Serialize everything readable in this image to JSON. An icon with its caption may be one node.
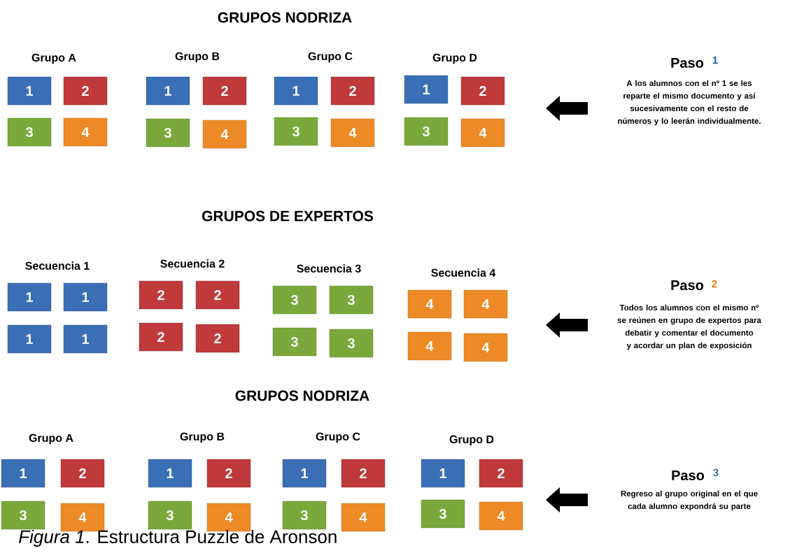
{
  "diagram": {
    "caption": "*Figura 1*. Estructura Puzzle de Aronson",
    "nodes": [
      {
        "text": [
          "1"
        ]
      },
      {
        "text": [
          "2"
        ]
      },
      {
        "text": [
          "3"
        ]
      },
      {
        "text": [
          "4"
        ]
      },
      {
        "text": [
          "1"
        ]
      },
      {
        "text": [
          "2"
        ]
      },
      {
        "text": [
          "3"
        ]
      },
      {
        "text": [
          "4"
        ]
      },
      {
        "text": [
          "1"
        ]
      },
      {
        "text": [
          "2"
        ]
      },
      {
        "text": [
          "3"
        ]
      },
      {
        "text": [
          "4"
        ]
      },
      {
        "text": [
          "1"
        ]
      },
      {
        "text": [
          "2"
        ]
      },
      {
        "text": [
          "3"
        ]
      },
      {
        "text": [
          "4"
        ]
      },
      {
        "text": [
          "1"
        ]
      },
      {
        "text": [
          "1"
        ]
      },
      {
        "text": [
          "1"
        ]
      },
      {
        "text": [
          "1"
        ]
      },
      {
        "text": [
          "2"
        ]
      },
      {
        "text": [
          "2"
        ]
      },
      {
        "text": [
          "2"
        ]
      },
      {
        "text": [
          "2"
        ]
      },
      {
        "text": [
          "3"
        ]
      },
      {
        "text": [
          "3"
        ]
      },
      {
        "text": [
          "3"
        ]
      },
      {
        "text": [
          "3"
        ]
      },
      {
        "text": [
          "4"
        ]
      },
      {
        "text": [
          "4"
        ]
      },
      {
        "text": [
          "4"
        ]
      },
      {
        "text": [
          "4"
        ]
      },
      {
        "text": [
          "1"
        ]
      },
      {
        "text": [
          "2"
        ]
      },
      {
        "text": [
          "3"
        ]
      },
      {
        "text": [
          "4"
        ]
      },
      {
        "text": [
          "1"
        ]
      },
      {
        "text": [
          "2"
        ]
      },
      {
        "text": [
          "3"
        ]
      },
      {
        "text": [
          "4"
        ]
      },
      {
        "text": [
          "1"
        ]
      },
      {
        "text": [
          "2"
        ]
      },
      {
        "text": [
          "3"
        ]
      },
      {
        "text": [
          "4"
        ]
      },
      {
        "text": [
          "1"
        ]
      },
      {
        "text": [
          "2"
        ]
      },
      {
        "text": [
          "3"
        ]
      },
      {
        "text": [
          "4"
        ]
      }
    ],
    "edges": [],
    "labels": [
      "GRUPOS NODRIZA",
      "Grupo A",
      "Grupo B",
      "Grupo C",
      "Grupo D",
      "Paso",
      "1",
      "A los alumnos con el nº 1 se les reparte el mismo documento y así sucesivamente con el resto de números y lo leerán individualmente.",
      "GRUPOS DE EXPERTOS",
      "Secuencia 1",
      "Secuencia 2",
      "Secuencia 3",
      "Secuencia 4",
      "Paso",
      "2",
      "Todos los alumnos con el mismo nº se reúnen en grupo de expertos para debatir y comentar el documento y acordar un plan de exposición",
      "GRUPOS NODRIZA",
      "Grupo A",
      "Grupo B",
      "Grupo C",
      "Grupo D",
      "Paso",
      "3",
      "Regreso al grupo original en el que cada alumno expondrá su parte"
    ]
  }
}
